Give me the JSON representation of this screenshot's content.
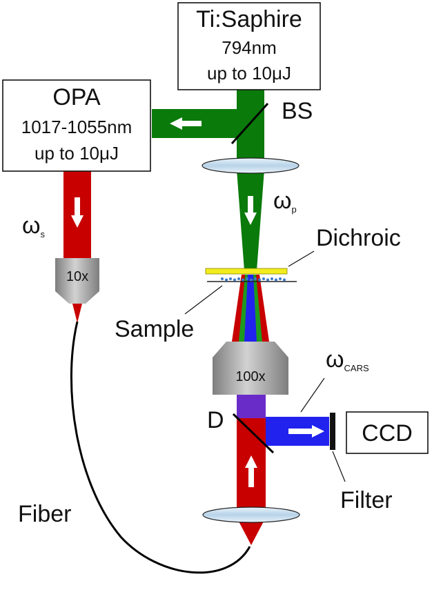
{
  "laser": {
    "name": "Ti:Saphire",
    "wavelength": "794nm",
    "energy": "up to 10μJ"
  },
  "opa": {
    "name": "OPA",
    "wavelength": "1017-1055nm",
    "energy": "up to 10μJ"
  },
  "labels": {
    "bs": "BS",
    "omega": "ω",
    "pump_sub": "p",
    "stokes_sub": "s",
    "cars_sub": "CARS",
    "dichroic": "Dichroic",
    "sample": "Sample",
    "obj_small": "10x",
    "obj_large": "100x",
    "d": "D",
    "ccd": "CCD",
    "filter": "Filter",
    "fiber": "Fiber"
  },
  "colors": {
    "pump": "#0a7a0a",
    "stokes": "#c80000",
    "cars": "#2222ee",
    "mixed": "#6a2cc8",
    "lens": "#aecbe2",
    "objective": "#9a9a9a",
    "dichroic_plate": "#f2ec1e",
    "sample_dots": "#3a7ac8"
  }
}
